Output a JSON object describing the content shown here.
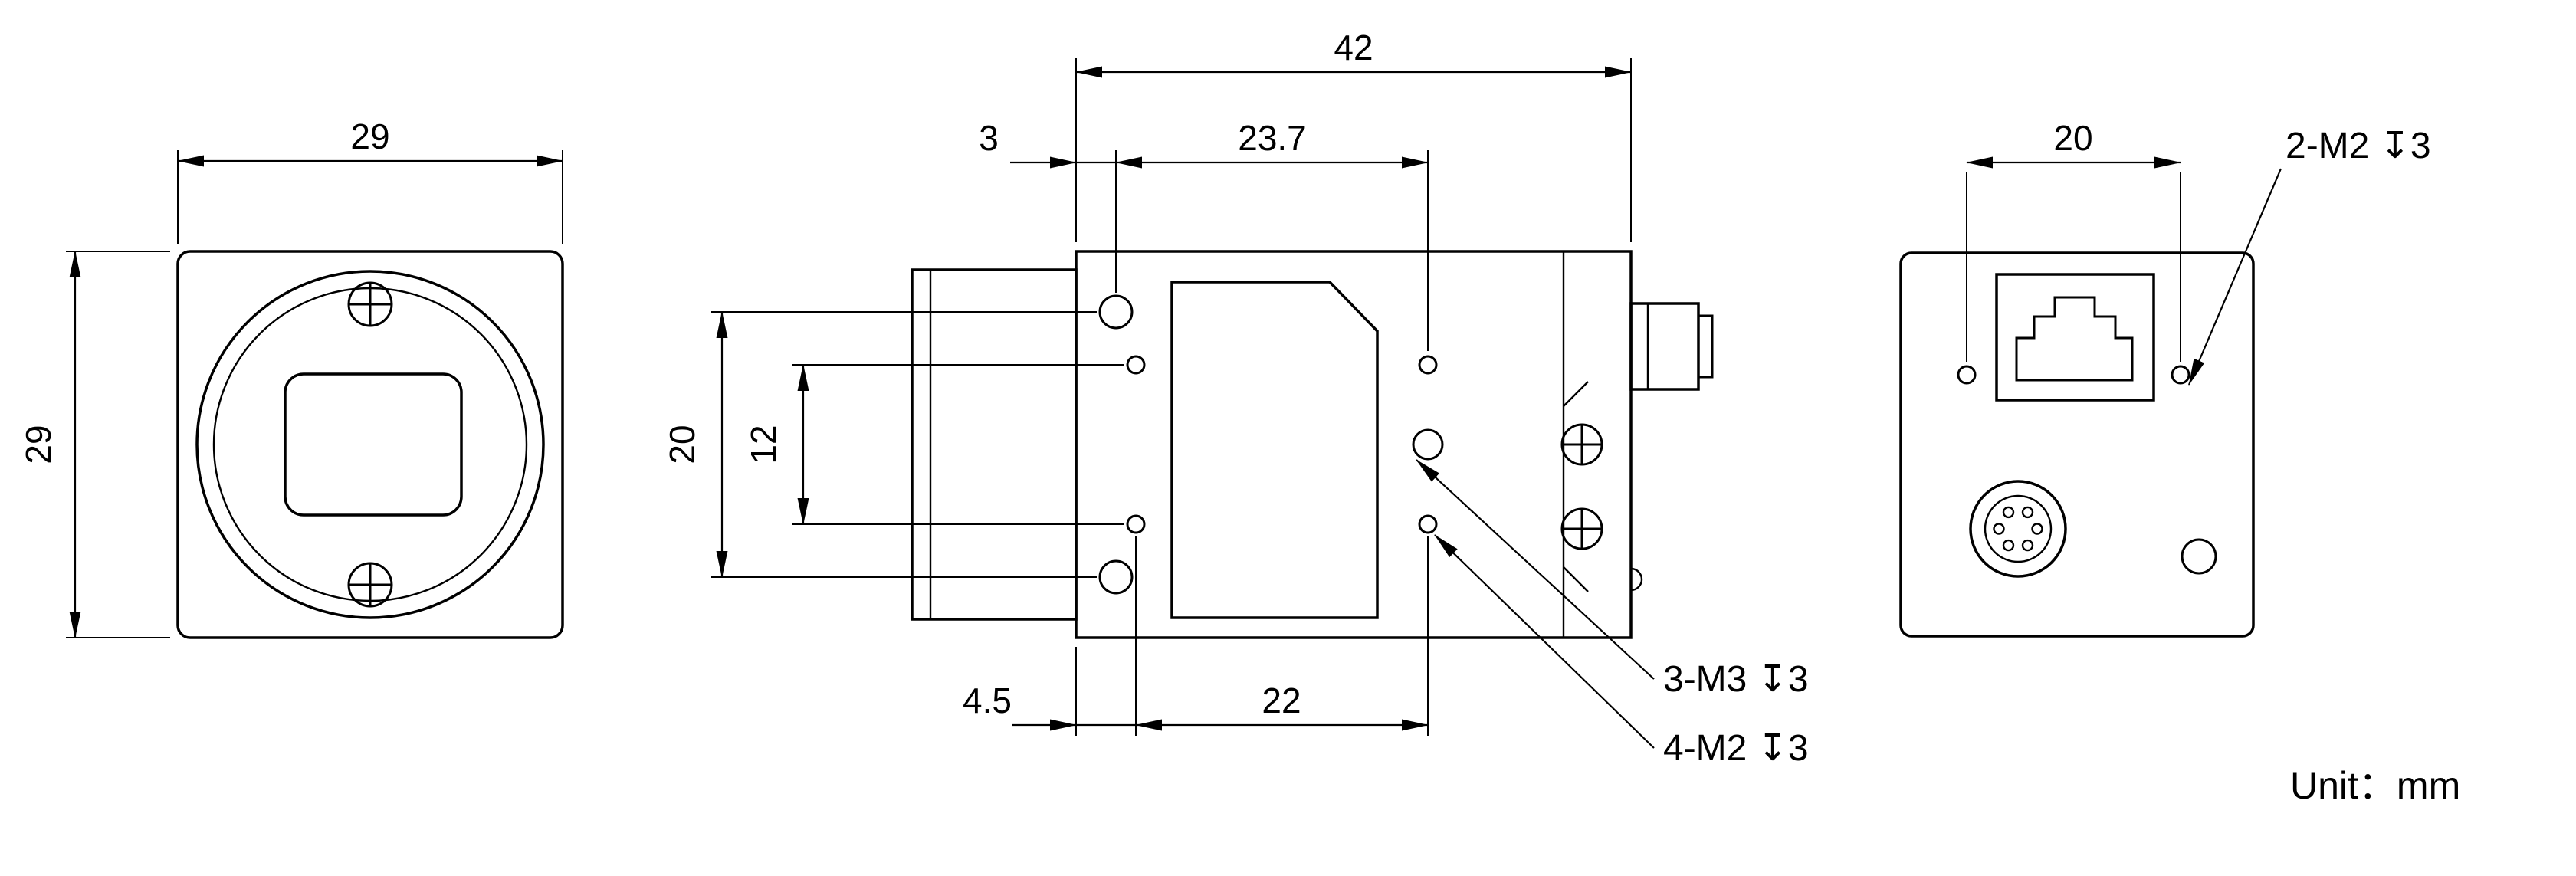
{
  "dimensions": {
    "front_width": "29",
    "front_height": "29",
    "side_total_width": "42",
    "side_top_offset": "3",
    "side_top_span": "23.7",
    "side_vertical_outer": "20",
    "side_vertical_inner": "12",
    "side_bottom_offset": "4.5",
    "side_bottom_span": "22",
    "rear_hole_span": "20"
  },
  "callouts": {
    "m3_thread": "3-M3 ↧3",
    "m2_thread": "4-M2 ↧3",
    "rear_m2_thread": "2-M2 ↧3"
  },
  "unit_note": "Unit：mm"
}
